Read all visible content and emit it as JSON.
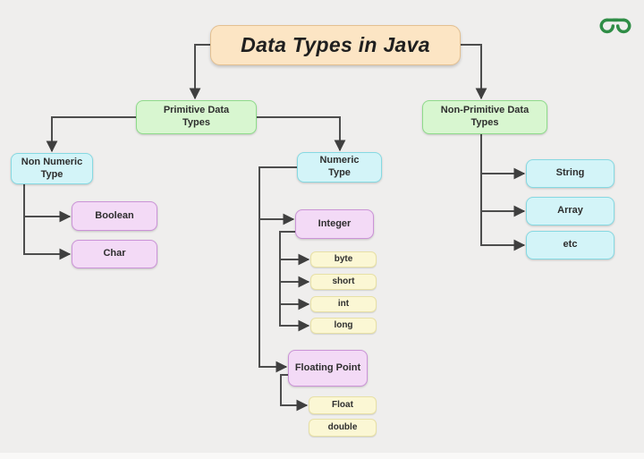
{
  "title": {
    "label": "Data Types in Java"
  },
  "logo": {
    "name": "GeeksforGeeks",
    "color": "#2f8d46"
  },
  "colors": {
    "background": "#efeeed",
    "connector": "#4d4d4d",
    "title_fill": "#fce5c4",
    "title_border": "#e3c091",
    "category_fill": "#d8f6d0",
    "category_border": "#8fdb8b",
    "type_fill": "#d3f4f8",
    "type_border": "#86d9e2",
    "subtype_fill": "#f3daf6",
    "subtype_border": "#cb93d7",
    "leaf_fill": "#fbf7d4",
    "leaf_border": "#e7e0a6"
  },
  "nodes": {
    "primitive": {
      "label": "Primitive Data\nTypes"
    },
    "non_primitive": {
      "label": "Non-Primitive Data\nTypes"
    },
    "non_numeric": {
      "label": "Non Numeric\nType"
    },
    "numeric": {
      "label": "Numeric\nType"
    },
    "boolean": {
      "label": "Boolean"
    },
    "char": {
      "label": "Char"
    },
    "integer": {
      "label": "Integer"
    },
    "byte": {
      "label": "byte"
    },
    "short": {
      "label": "short"
    },
    "int": {
      "label": "int"
    },
    "long": {
      "label": "long"
    },
    "floating_point": {
      "label": "Floating Point"
    },
    "float": {
      "label": "Float"
    },
    "double": {
      "label": "double"
    },
    "string": {
      "label": "String"
    },
    "array": {
      "label": "Array"
    },
    "etc": {
      "label": "etc"
    }
  }
}
